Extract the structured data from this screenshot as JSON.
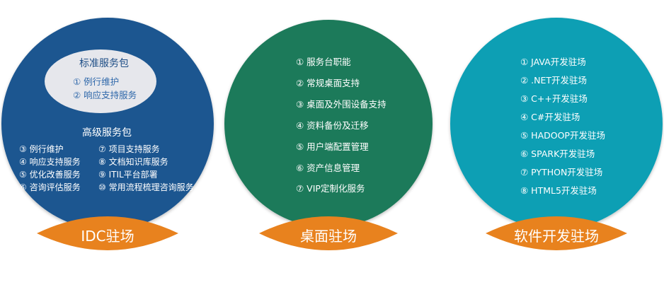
{
  "colors": {
    "idc": "#1f5790",
    "desktop": "#1f7a5a",
    "software": "#0b9fb4",
    "tab": "#e8821e",
    "standard_pkg_bg": "#e6e7ec"
  },
  "idc": {
    "label": "IDC驻场",
    "standard": {
      "title": "标准服务包",
      "items": [
        "① 例行维护",
        "② 响应支持服务"
      ]
    },
    "advanced": {
      "title": "高级服务包",
      "left": [
        "③ 例行维护",
        "④ 响应支持服务",
        "⑤ 优化改善服务",
        "⑥ 咨询评估服务"
      ],
      "right": [
        "⑦ 项目支持服务",
        "⑧ 文档知识库服务",
        "⑨ ITIL平台部署",
        "⑩ 常用流程梳理咨询服务"
      ]
    }
  },
  "desktop": {
    "label": "桌面驻场",
    "items": [
      "① 服务台职能",
      "② 常规桌面支持",
      "③ 桌面及外围设备支持",
      "④ 资料备份及迁移",
      "⑤ 用户端配置管理",
      "⑥ 资产信息管理",
      "⑦ VIP定制化服务"
    ]
  },
  "software": {
    "label": "软件开发驻场",
    "items": [
      "① JAVA开发驻场",
      "② .NET开发驻场",
      "③ C++开发驻场",
      "④ C#开发驻场",
      "⑤ HADOOP开发驻场",
      "⑥ SPARK开发驻场",
      "⑦ PYTHON开发驻场",
      "⑧ HTML5开发驻场"
    ]
  }
}
